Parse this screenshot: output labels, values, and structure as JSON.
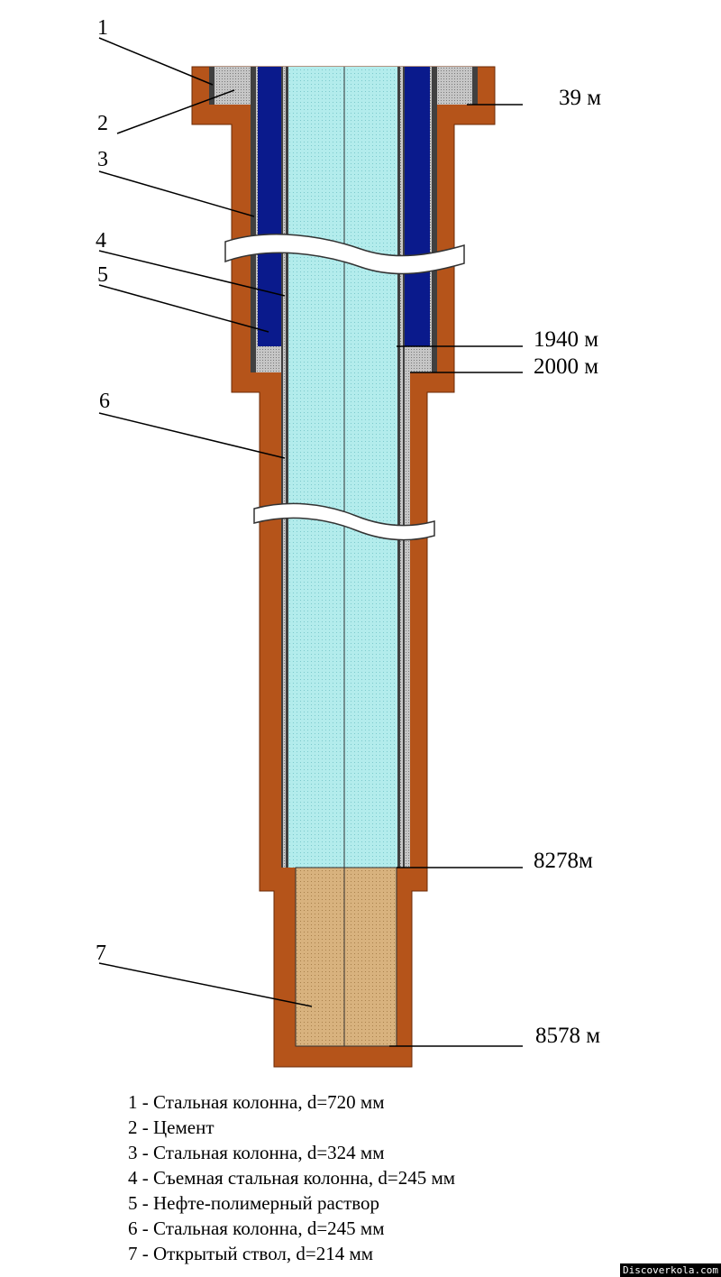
{
  "callouts": [
    "1",
    "2",
    "3",
    "4",
    "5",
    "6",
    "7"
  ],
  "depths": [
    "39 м",
    "1940 м",
    "2000 м",
    "8278м",
    "8578 м"
  ],
  "legend": [
    "1 - Стальная колонна, d=720 мм",
    "2 - Цемент",
    "3 - Стальная колонна, d=324 мм",
    "4 - Съемная стальная колонна, d=245 мм",
    "5 - Нефте-полимерный раствор",
    "6 - Стальная колонна, d=245 мм",
    "7 - Открытый ствол, d=214 мм"
  ],
  "credit": "Discoverkola.com",
  "colors": {
    "rock": "#b5541a",
    "cement": "#c8c8c8",
    "steel": "#404040",
    "mud": "#0a1a8c",
    "fluid": "#b2ecec",
    "open_hole": "#d6b07c"
  }
}
